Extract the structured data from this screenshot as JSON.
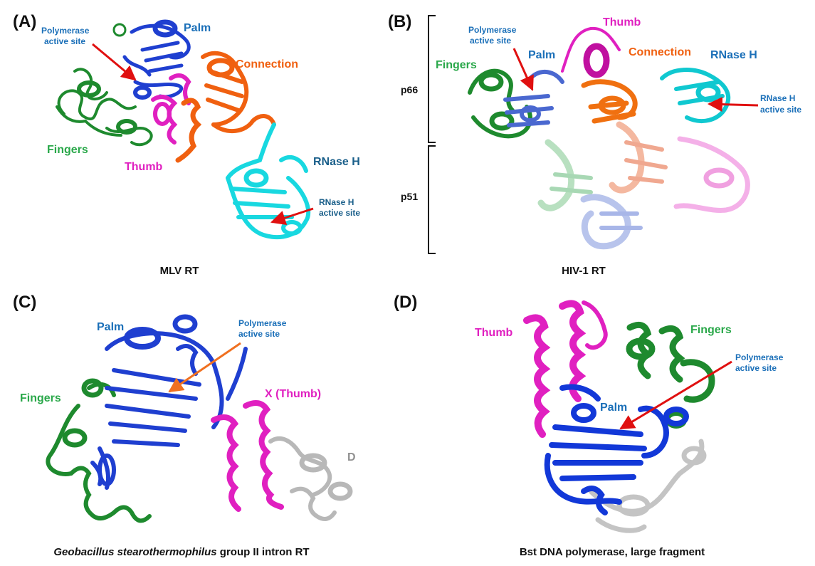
{
  "colors": {
    "blue": "#1f3fd0",
    "green": "#1e8a2e",
    "orange": "#f06010",
    "magenta": "#e020c0",
    "cyan": "#18d8e0",
    "red": "#e01010",
    "gray": "#b8b8b8",
    "label_blue": "#1a6fb8",
    "label_green": "#2aa84a",
    "label_magenta": "#e020c0",
    "label_orange": "#f06010",
    "label_teal": "#1a5f8a"
  },
  "panelA": {
    "letter": "(A)",
    "title": "MLV RT",
    "labels": {
      "pol_site_1": "Polymerase",
      "pol_site_2": "active site",
      "palm": "Palm",
      "connection": "Connection",
      "fingers": "Fingers",
      "thumb": "Thumb",
      "rnaseh": "RNase H",
      "rnaseh_site_1": "RNase H",
      "rnaseh_site_2": "active site"
    }
  },
  "panelB": {
    "letter": "(B)",
    "title": "HIV-1 RT",
    "labels": {
      "pol_site_1": "Polymerase",
      "pol_site_2": "active site",
      "thumb": "Thumb",
      "palm": "Palm",
      "connection": "Connection",
      "rnaseh": "RNase H",
      "fingers": "Fingers",
      "rnaseh_site_1": "RNase H",
      "rnaseh_site_2": "active site",
      "p66": "p66",
      "p51": "p51"
    }
  },
  "panelC": {
    "letter": "(C)",
    "title_italic": "Geobacillus stearothermophilus",
    "title_rest": " group II intron RT",
    "labels": {
      "palm": "Palm",
      "pol_site_1": "Polymerase",
      "pol_site_2": "active site",
      "fingers": "Fingers",
      "x_thumb": "X (Thumb)",
      "d": "D"
    }
  },
  "panelD": {
    "letter": "(D)",
    "title": "Bst DNA polymerase, large fragment",
    "labels": {
      "thumb": "Thumb",
      "fingers": "Fingers",
      "pol_site_1": "Polymerase",
      "pol_site_2": "active site",
      "palm": "Palm"
    }
  }
}
